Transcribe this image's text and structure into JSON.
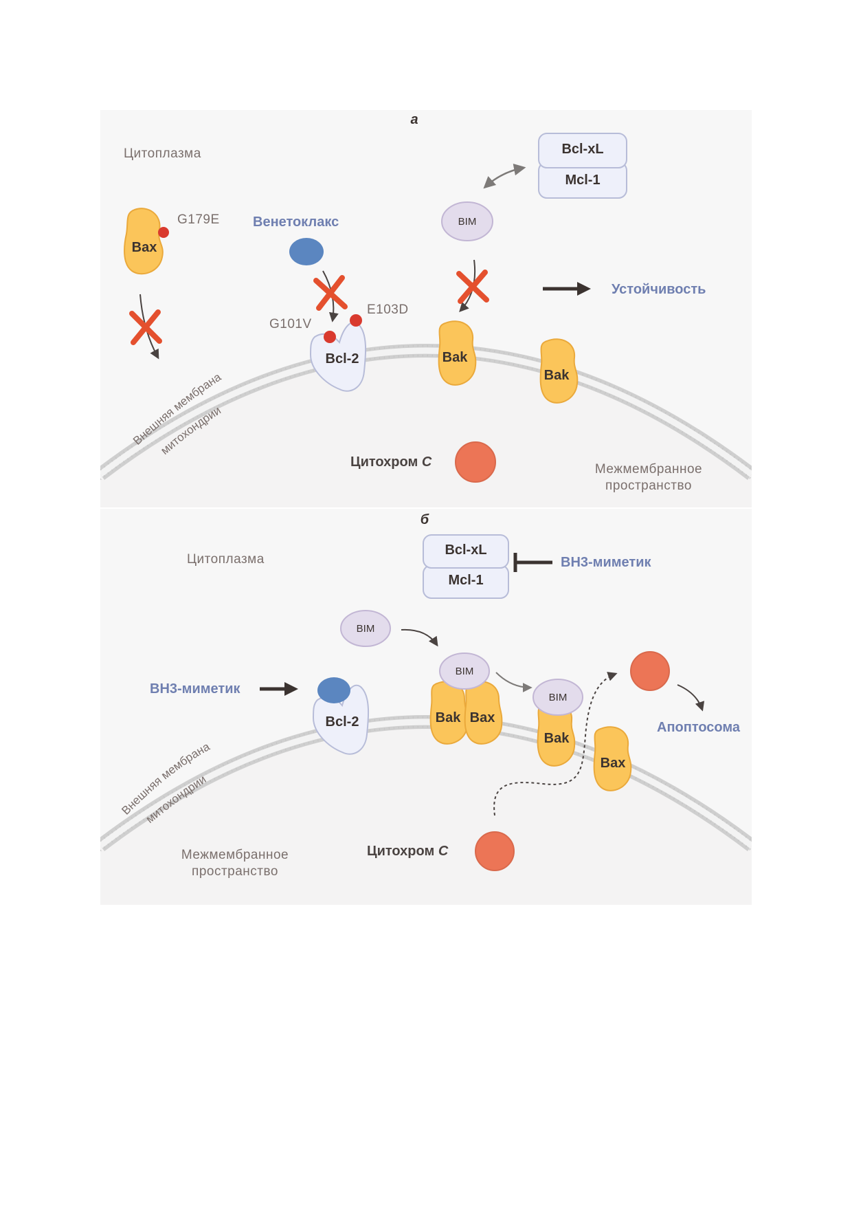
{
  "panel_a": {
    "letter": "а",
    "cytoplasm": "Цитоплазма",
    "bax": "Bax",
    "g179e": "G179E",
    "venetoclax": "Венетоклакс",
    "g101v": "G101V",
    "e103d": "E103D",
    "bcl2": "Bcl-2",
    "bim": "BIM",
    "bak1": "Bak",
    "bak2": "Bak",
    "bclxl": "Bcl-xL",
    "mcl1": "Mcl-1",
    "resistance": "Устойчивость",
    "membrane_1": "Внешняя мембрана",
    "membrane_2": "митохондрии",
    "cytc_prefix": "Цитохром",
    "cytc_c": "C",
    "ims_1": "Межмембранное",
    "ims_2": "пространство"
  },
  "panel_b": {
    "letter": "б",
    "cytoplasm": "Цитоплазма",
    "bclxl": "Bcl-xL",
    "mcl1": "Mcl-1",
    "bh3_top": "BH3-миметик",
    "bim1": "BIM",
    "bim2": "BIM",
    "bim3": "BIM",
    "bh3_left": "BH3-миметик",
    "bcl2": "Bcl-2",
    "bak1": "Bak",
    "bax1": "Bax",
    "bak2": "Bak",
    "bax2": "Bax",
    "apoptosome": "Апоптосома",
    "membrane_1": "Внешняя мембрана",
    "membrane_2": "митохондрии",
    "ims_1": "Межмембранное",
    "ims_2": "пространство",
    "cytc_prefix": "Цитохром",
    "cytc_c": "C"
  },
  "colors": {
    "protein_orange": "#fbc55a",
    "bcl2_fill": "#eef0fa",
    "bim_fill": "#e3dcec",
    "drug_blue": "#5b86c0",
    "mutation_red": "#d93a2e",
    "cytc_red": "#ec7556",
    "cross_red": "#e4502e",
    "label_blue": "#6f7fb0"
  }
}
